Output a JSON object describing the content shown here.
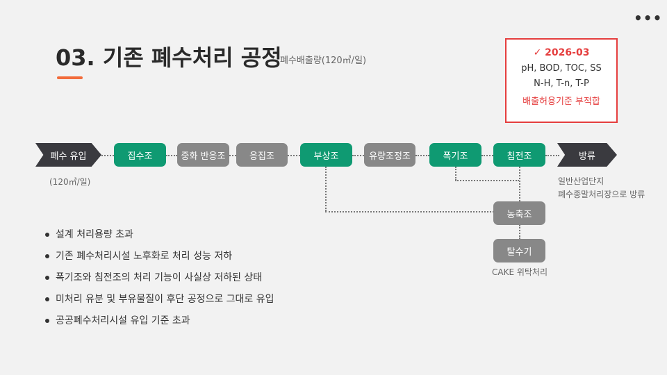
{
  "header": {
    "title": "03. 기존 폐수처리 공정",
    "subtitle": "폐수배출량(120㎥/일)",
    "more_glyph": "•••"
  },
  "notice": {
    "date": "2026-03",
    "params_1": "pH, BOD, TOC, SS",
    "params_2": "N-H, T-n, T-P",
    "status": "배출허용기준 부적합"
  },
  "flow": {
    "inflow": "폐수 유입",
    "inflow_note": "(120㎥/일)",
    "steps": [
      "집수조",
      "중화 반응조",
      "응집조",
      "부상조",
      "유량조정조",
      "폭기조",
      "침전조"
    ],
    "outflow": "방류",
    "outflow_note_1": "일반산업단지",
    "outflow_note_2": "폐수종말처리장으로 방류",
    "thickener": "농축조",
    "dehydrator": "탈수기",
    "cake_note": "CAKE 위탁처리"
  },
  "issues": [
    "설계 처리용량 초과",
    "기존 폐수처리시설 노후화로 처리 성능 저하",
    "폭기조와 침전조의 처리 기능이 사실상 저하된 상태",
    "미처리 유분 및 부유물질이 후단 공정으로 그대로 유입",
    "공공폐수처리시설 유입 기준 초과"
  ],
  "colors": {
    "accent": "#f26b3a",
    "alert": "#e53e3e",
    "green": "#0f9a72",
    "gray": "#888888",
    "dark": "#3a3a3f"
  }
}
